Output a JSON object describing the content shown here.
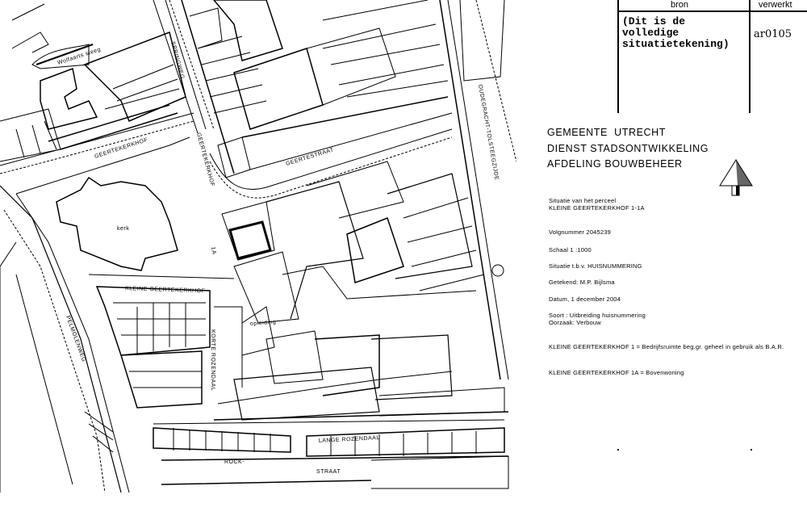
{
  "table": {
    "headers": [
      "bron",
      "verwerkt"
    ],
    "rows": [
      {
        "bron": "(Dit is de volledige situatietekening)",
        "verwerkt": "ar0105"
      }
    ]
  },
  "organisation": {
    "line1": "GEMEENTE  UTRECHT",
    "line2": "DIENST STADSONTWIKKELING",
    "line3": "AFDELING BOUWBEHEER"
  },
  "north_arrow_icon": "north-arrow-icon",
  "info": {
    "situatie_label": "Situatie van het perceel",
    "perceel": "KLEINE GEERTEKERKHOF 1-1A",
    "volgnummer": "Volgnummer 2045239",
    "schaal": "Schaal 1 :1000",
    "situatie_tbv": "Situatie t.b.v. HUISNUMMERING",
    "getekend": "Getekend: M.P. Bijlsma",
    "datum": "Datum, 1 december 2004",
    "soort": "Soort : Uitbreiding huisnummering",
    "oorzaak": "Oorzaak: Verbouw",
    "note1": "KLEINE GEERTEKERKHOF 1 = Bedrijfsruimte beg.gr. geheel in gebruik als B.A.R.",
    "note2": "KLEINE GEERTEKERKHOF 1A = Bovenwoning"
  },
  "map_labels": {
    "geertekerkhof": "GEERTEKERKHOF",
    "geertekerkhof_v": "GEERTEKERKHOF",
    "springweg": "SPRINGWEG",
    "geertestraat": "GEERTESTRAAT",
    "oudegracht": "OUDEGRACHT-TOLSTEEGZIJDE",
    "kleine_geertekerkhof": "KLEINE GEERTEKERKHOF",
    "kerk": "kerk",
    "pelmolenweg": "PELMOLENWEG",
    "korte_rozendaal": "KORTE ROZENDAAL",
    "lange_rozendaal": "LANGE ROZENDAAL",
    "rock": "ROCK-",
    "straat": "STRAAT",
    "wolfsteeg": "Wolfaarts steeg",
    "opleiding": "opleiding",
    "parcel": "1A"
  }
}
